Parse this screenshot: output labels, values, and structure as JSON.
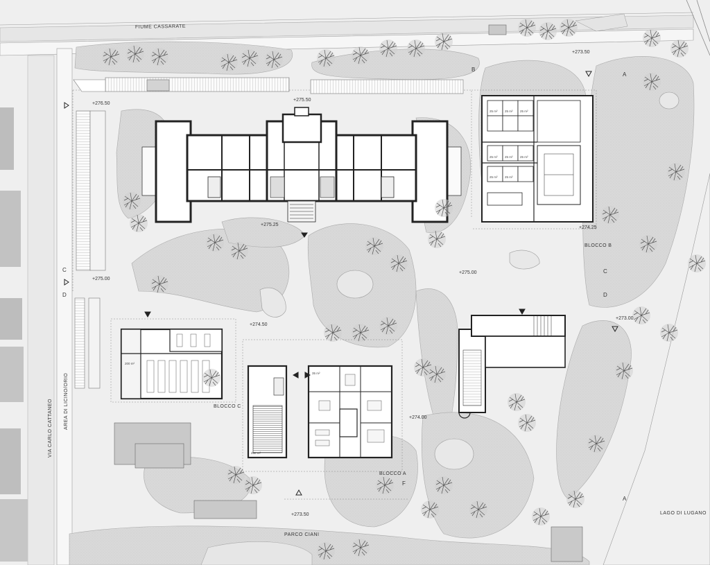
{
  "labels": {
    "river": "FIUME CASSARATE",
    "street_cattaneo": "VIA CARLO CATTANEO",
    "area_lido": "AREA DI LICINO/ORIO",
    "park": "PARCO CIANI",
    "lake": "LAGO DI LUGANO"
  },
  "blocks": {
    "a": "BLOCCO A",
    "b": "BLOCCO B",
    "c": "BLOCCO C"
  },
  "elevations": {
    "e1": "+273.50",
    "e2": "+275.50",
    "e3": "+276.50",
    "e4": "+275.25",
    "e5": "+274.25",
    "e6": "+275.00",
    "e7": "+275.00",
    "e8": "+274.50",
    "e9": "+274.00",
    "e10": "+273.00",
    "e11": "+273.50"
  },
  "section_marks": {
    "a": "A",
    "a2": "A",
    "b": "B",
    "c": "C",
    "c2": "C",
    "d": "D",
    "d2": "D",
    "f": "F"
  },
  "rooms": {
    "b1": "25 m²",
    "b2": "25 m²",
    "b3": "25 m²",
    "b4": "25 m²",
    "b5": "25 m²",
    "b6": "25 m²",
    "b7": "25 m²",
    "b8": "25 m²",
    "c1": "200 m²",
    "a1": "250 m²",
    "a2": "35 m²"
  }
}
